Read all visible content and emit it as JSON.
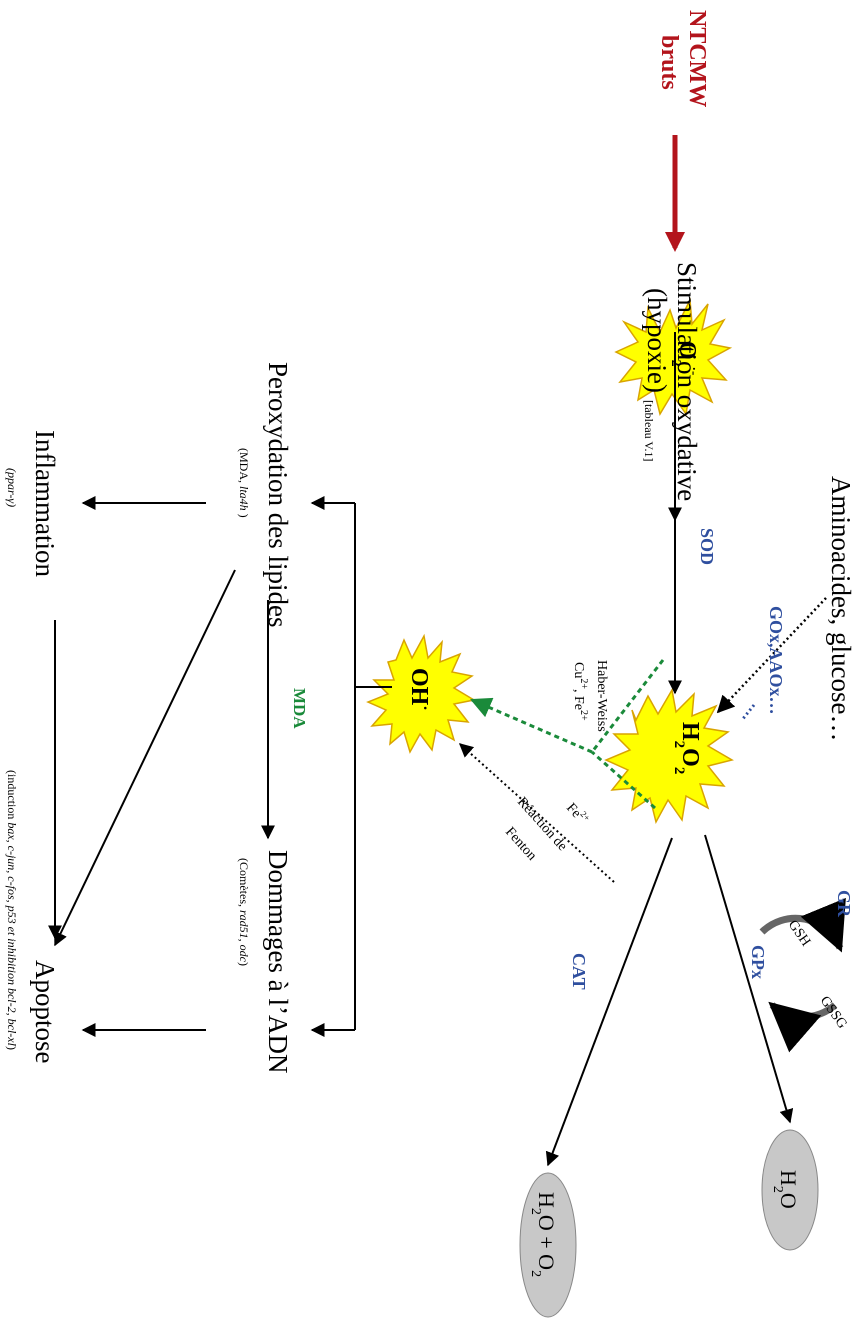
{
  "source": {
    "line1": "NTCMW",
    "line2": "bruts"
  },
  "stimulation": {
    "line1": "Stimulation oxydative",
    "line2": "(hypoxie)",
    "ref": "[tableau V.1]"
  },
  "substrates": "Aminoacides, glucose…",
  "superoxide": {
    "base": "O",
    "sub": "2",
    "sup": "·-"
  },
  "peroxide": {
    "h": "H",
    "sub1": "2",
    "o": "O",
    "sub2": "2"
  },
  "hydroxyl": {
    "base": "OH",
    "sup": "·"
  },
  "water_product": {
    "h": "H",
    "sub": "2",
    "o": "O"
  },
  "water_oxygen_product": {
    "h": "H",
    "sub1": "2",
    "mid": "O + O",
    "sub2": "2"
  },
  "enzymes": {
    "sod": "SOD",
    "gox": "GOx,AAOx…",
    "gr": "GR",
    "gpx": "GPx",
    "cat": "CAT",
    "gsh": "GSH",
    "gssg": "GSSG",
    "mda": "MDA"
  },
  "haber_weiss": {
    "title": "Haber-Weiss",
    "cu": "Cu",
    "cu_sup": "2+",
    "fe": ", Fe",
    "fe_sup": "2+"
  },
  "fenton": {
    "fe": "Fe",
    "fe_sup": "2+",
    "line1": "Réaction de",
    "line2": "Fenton"
  },
  "lipid": {
    "label": "Peroxydation des lipides",
    "markers_plain": "(MDA, ",
    "markers_italic": "lta4h",
    "markers_end": " )"
  },
  "dna": {
    "label": "Dommages à l’ADN",
    "markers_a": "(Comètes, ",
    "markers_b": "rad51",
    "markers_c": ", ",
    "markers_d": "odc",
    "markers_e": ")"
  },
  "inflammation": {
    "label": "Inflammation",
    "markers": "(ppar-γ)"
  },
  "apoptosis": {
    "label": "Apoptose",
    "markers_a": "(induction ",
    "markers_b": "bax, c-jun, c-fos, p53 et inhibition bcl-2, bcl-xl",
    "markers_c": ")"
  },
  "colors": {
    "red": "#b3141c",
    "blue": "#2f4f9f",
    "green": "#1a8a3a",
    "star_fill": "#ffff00",
    "star_stroke": "#d9a400",
    "oval_fill": "#c8c8c8"
  }
}
